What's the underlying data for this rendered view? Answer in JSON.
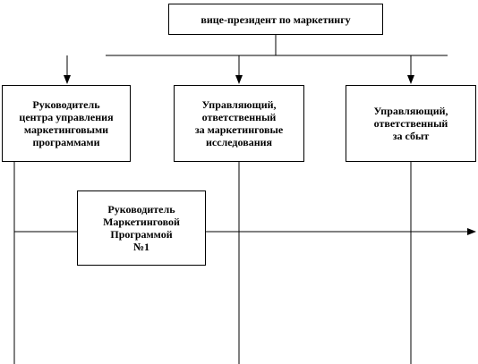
{
  "nodes": {
    "vp": "вице-президент по маркетингу",
    "program_center_head": "Руководитель\nцентра управления\nмаркетинговыми\nпрограммами",
    "research_manager": "Управляющий,\nответственный\nза маркетинговые\nисследования",
    "sales_manager": "Управляющий,\nответственный\nза сбыт",
    "program1_head": "Руководитель\nМаркетинговой\nПрограммой\n№1"
  },
  "edges": [
    {
      "from": "vp",
      "to": "program_center_head"
    },
    {
      "from": "vp",
      "to": "research_manager"
    },
    {
      "from": "vp",
      "to": "sales_manager"
    },
    {
      "from": "program_center_head",
      "to": "program1_head"
    }
  ],
  "colors": {
    "line": "#000000",
    "box_border": "#000000",
    "text": "#000000",
    "background": "#ffffff"
  }
}
